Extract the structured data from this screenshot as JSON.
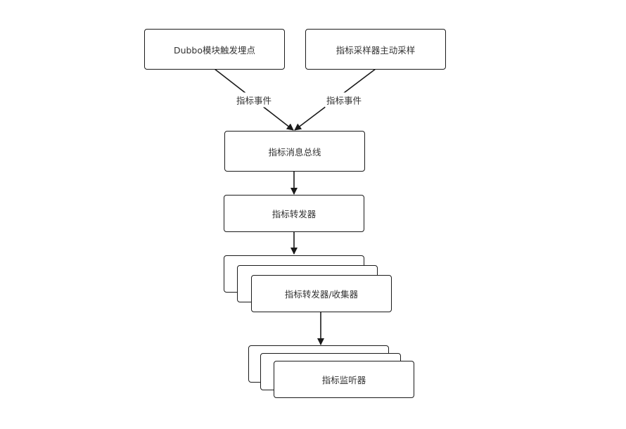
{
  "nodes": {
    "dubbo_trigger": "Dubbo模块触发埋点",
    "sampler_active": "指标采样器主动采样",
    "metrics_bus": "指标消息总线",
    "metrics_forwarder": "指标转发器",
    "forwarder_collector": "指标转发器/收集器",
    "metrics_listener": "指标监听器"
  },
  "edges": {
    "left_event_label": "指标事件",
    "right_event_label": "指标事件"
  },
  "colors": {
    "stroke": "#1a1a1a",
    "text": "#333333",
    "background": "#ffffff"
  }
}
